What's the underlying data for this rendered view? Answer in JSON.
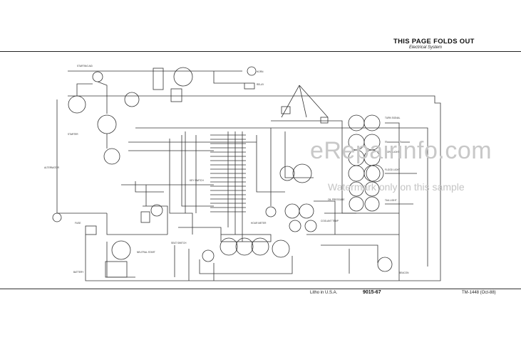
{
  "header": {
    "title": "THIS PAGE FOLDS OUT",
    "subtitle": "Electrical System"
  },
  "footer": {
    "litho": "Litho in U.S.A.",
    "page_number": "9015-67",
    "tm_code": "TM-1448 (Oct-88)"
  },
  "watermark": {
    "site": "eRepairinfo.com",
    "notice": "Watermark only on this sample"
  }
}
